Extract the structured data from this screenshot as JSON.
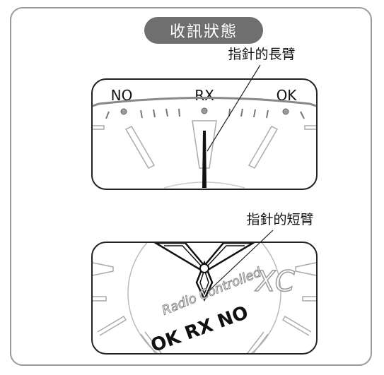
{
  "title": "收訊狀態",
  "upper_display": {
    "callout": "指針的長臂",
    "labels": [
      "NO",
      "RX",
      "OK"
    ]
  },
  "lower_display": {
    "callout": "指針的短臂",
    "brand_mark": "XC",
    "script_text": "Radio Controlled",
    "status_text": "OK RX NO"
  }
}
